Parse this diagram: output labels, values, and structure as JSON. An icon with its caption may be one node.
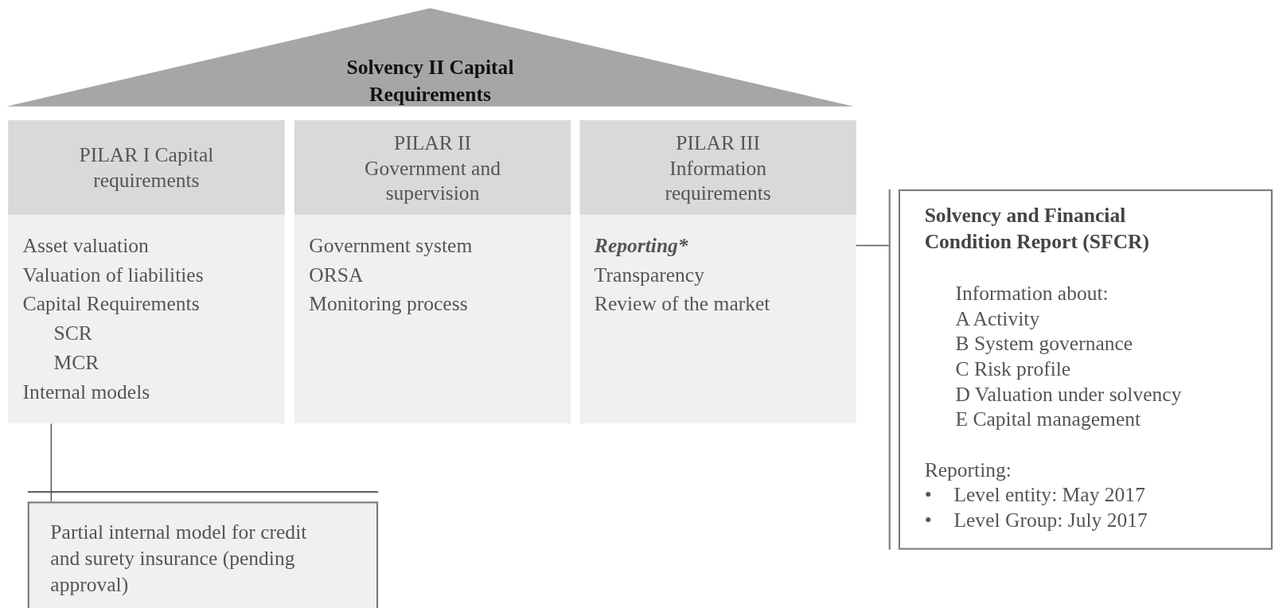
{
  "diagram": {
    "nodes": [
      {
        "text": [
          "Solvency II Capital Requirements"
        ]
      },
      {
        "text": [
          "PILAR I Capital requirements",
          "Asset valuation",
          "Valuation of liabilities",
          "Capital Requirements",
          "SCR",
          "MCR",
          "Internal models"
        ]
      },
      {
        "text": [
          "PILAR II Government and supervision",
          "Government system",
          "ORSA",
          "Monitoring process"
        ]
      },
      {
        "text": [
          "PILAR III Information requirements",
          "Transparency",
          "Review of the market"
        ]
      },
      {
        "text": [
          "Reporting*"
        ],
        "in": 3
      },
      {
        "text": [
          "Partial internal model for credit and surety insurance (pending approval)"
        ]
      },
      {
        "text": [
          "Solvency and Financial Condition Report (SFCR)",
          "Information about:",
          "A Activity",
          "B System governance",
          "C Risk profile",
          "D Valuation under solvency",
          "E Capital management",
          "Reporting:",
          "Level entity: May 2017",
          "Level Group: July 2017"
        ]
      }
    ],
    "edges": [
      {
        "from": 1,
        "to": 5,
        "arrow": "none"
      },
      {
        "from": 4,
        "to": 6,
        "arrow": "none"
      }
    ],
    "labels": [
      "•",
      "•"
    ]
  }
}
